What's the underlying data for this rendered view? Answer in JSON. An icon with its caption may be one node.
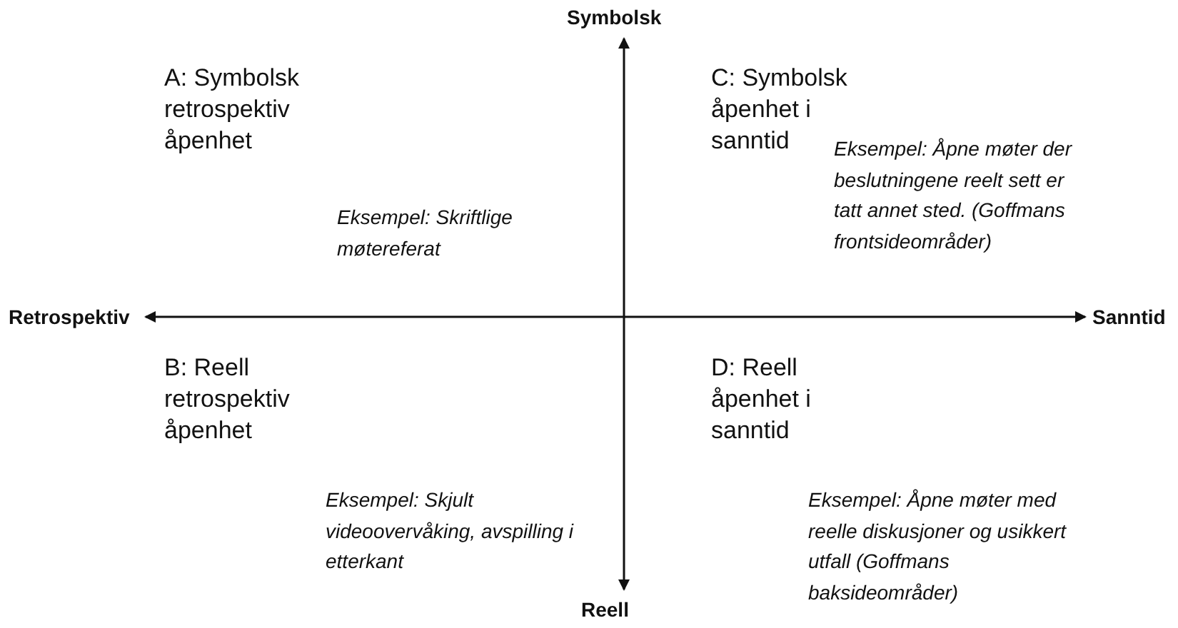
{
  "diagram": {
    "labels": [
      "Symbolsk",
      "A: Symbolsk retrospektiv åpenhet",
      "C: Symbolsk åpenhet i sanntid",
      "Eksempel: Åpne møter der beslutningene reelt sett er tatt annet sted. (Goffmans frontsideområder)",
      "Eksempel: Skriftlige møtereferat",
      "Retrospektiv",
      "Sanntid",
      "B: Reell retrospektiv åpenhet",
      "D: Reell åpenhet i sanntid",
      "Eksempel: Skjult videoovervåking, avspilling i etterkant",
      "Eksempel: Åpne møter med reelle diskusjoner og usikkert utfall (Goffmans baksideområder)",
      "Reell"
    ]
  }
}
